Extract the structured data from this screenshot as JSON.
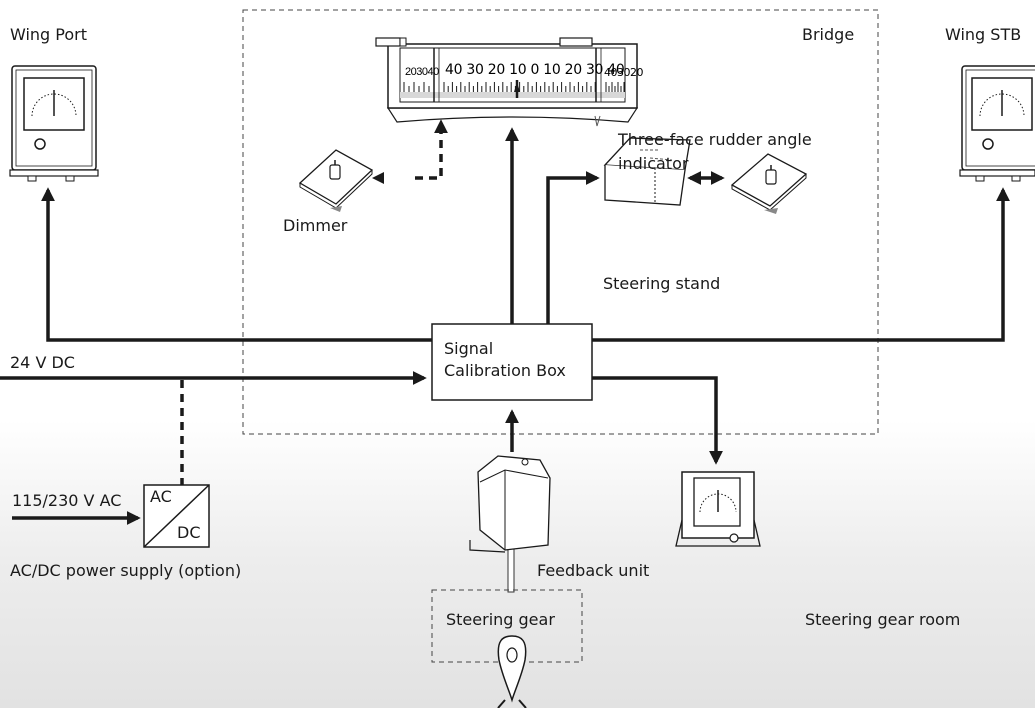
{
  "zones": {
    "bridge": "Bridge",
    "wing_port": "Wing Port",
    "wing_stb": "Wing STB",
    "steering_gear_room": "Steering gear room"
  },
  "components": {
    "rudder_indicator": {
      "label_line1": "Three-face rudder angle",
      "label_line2": "indicator"
    },
    "dimmer": "Dimmer",
    "steering_stand": "Steering stand",
    "signal_calibration_box": {
      "line1": "Signal",
      "line2": "Calibration Box"
    },
    "feedback_unit": "Feedback unit",
    "steering_gear": "Steering gear",
    "power_supply": {
      "label": "AC/DC power supply (option)",
      "ac": "AC",
      "dc": "DC"
    }
  },
  "inputs": {
    "dc_supply": "24 V DC",
    "ac_supply": "115/230 V AC"
  },
  "scale": {
    "left": [
      "20",
      "30",
      "40"
    ],
    "center": [
      "40",
      "30",
      "20",
      "10",
      "0",
      "10",
      "20",
      "30",
      "40"
    ],
    "right": [
      "40",
      "30",
      "20"
    ]
  }
}
